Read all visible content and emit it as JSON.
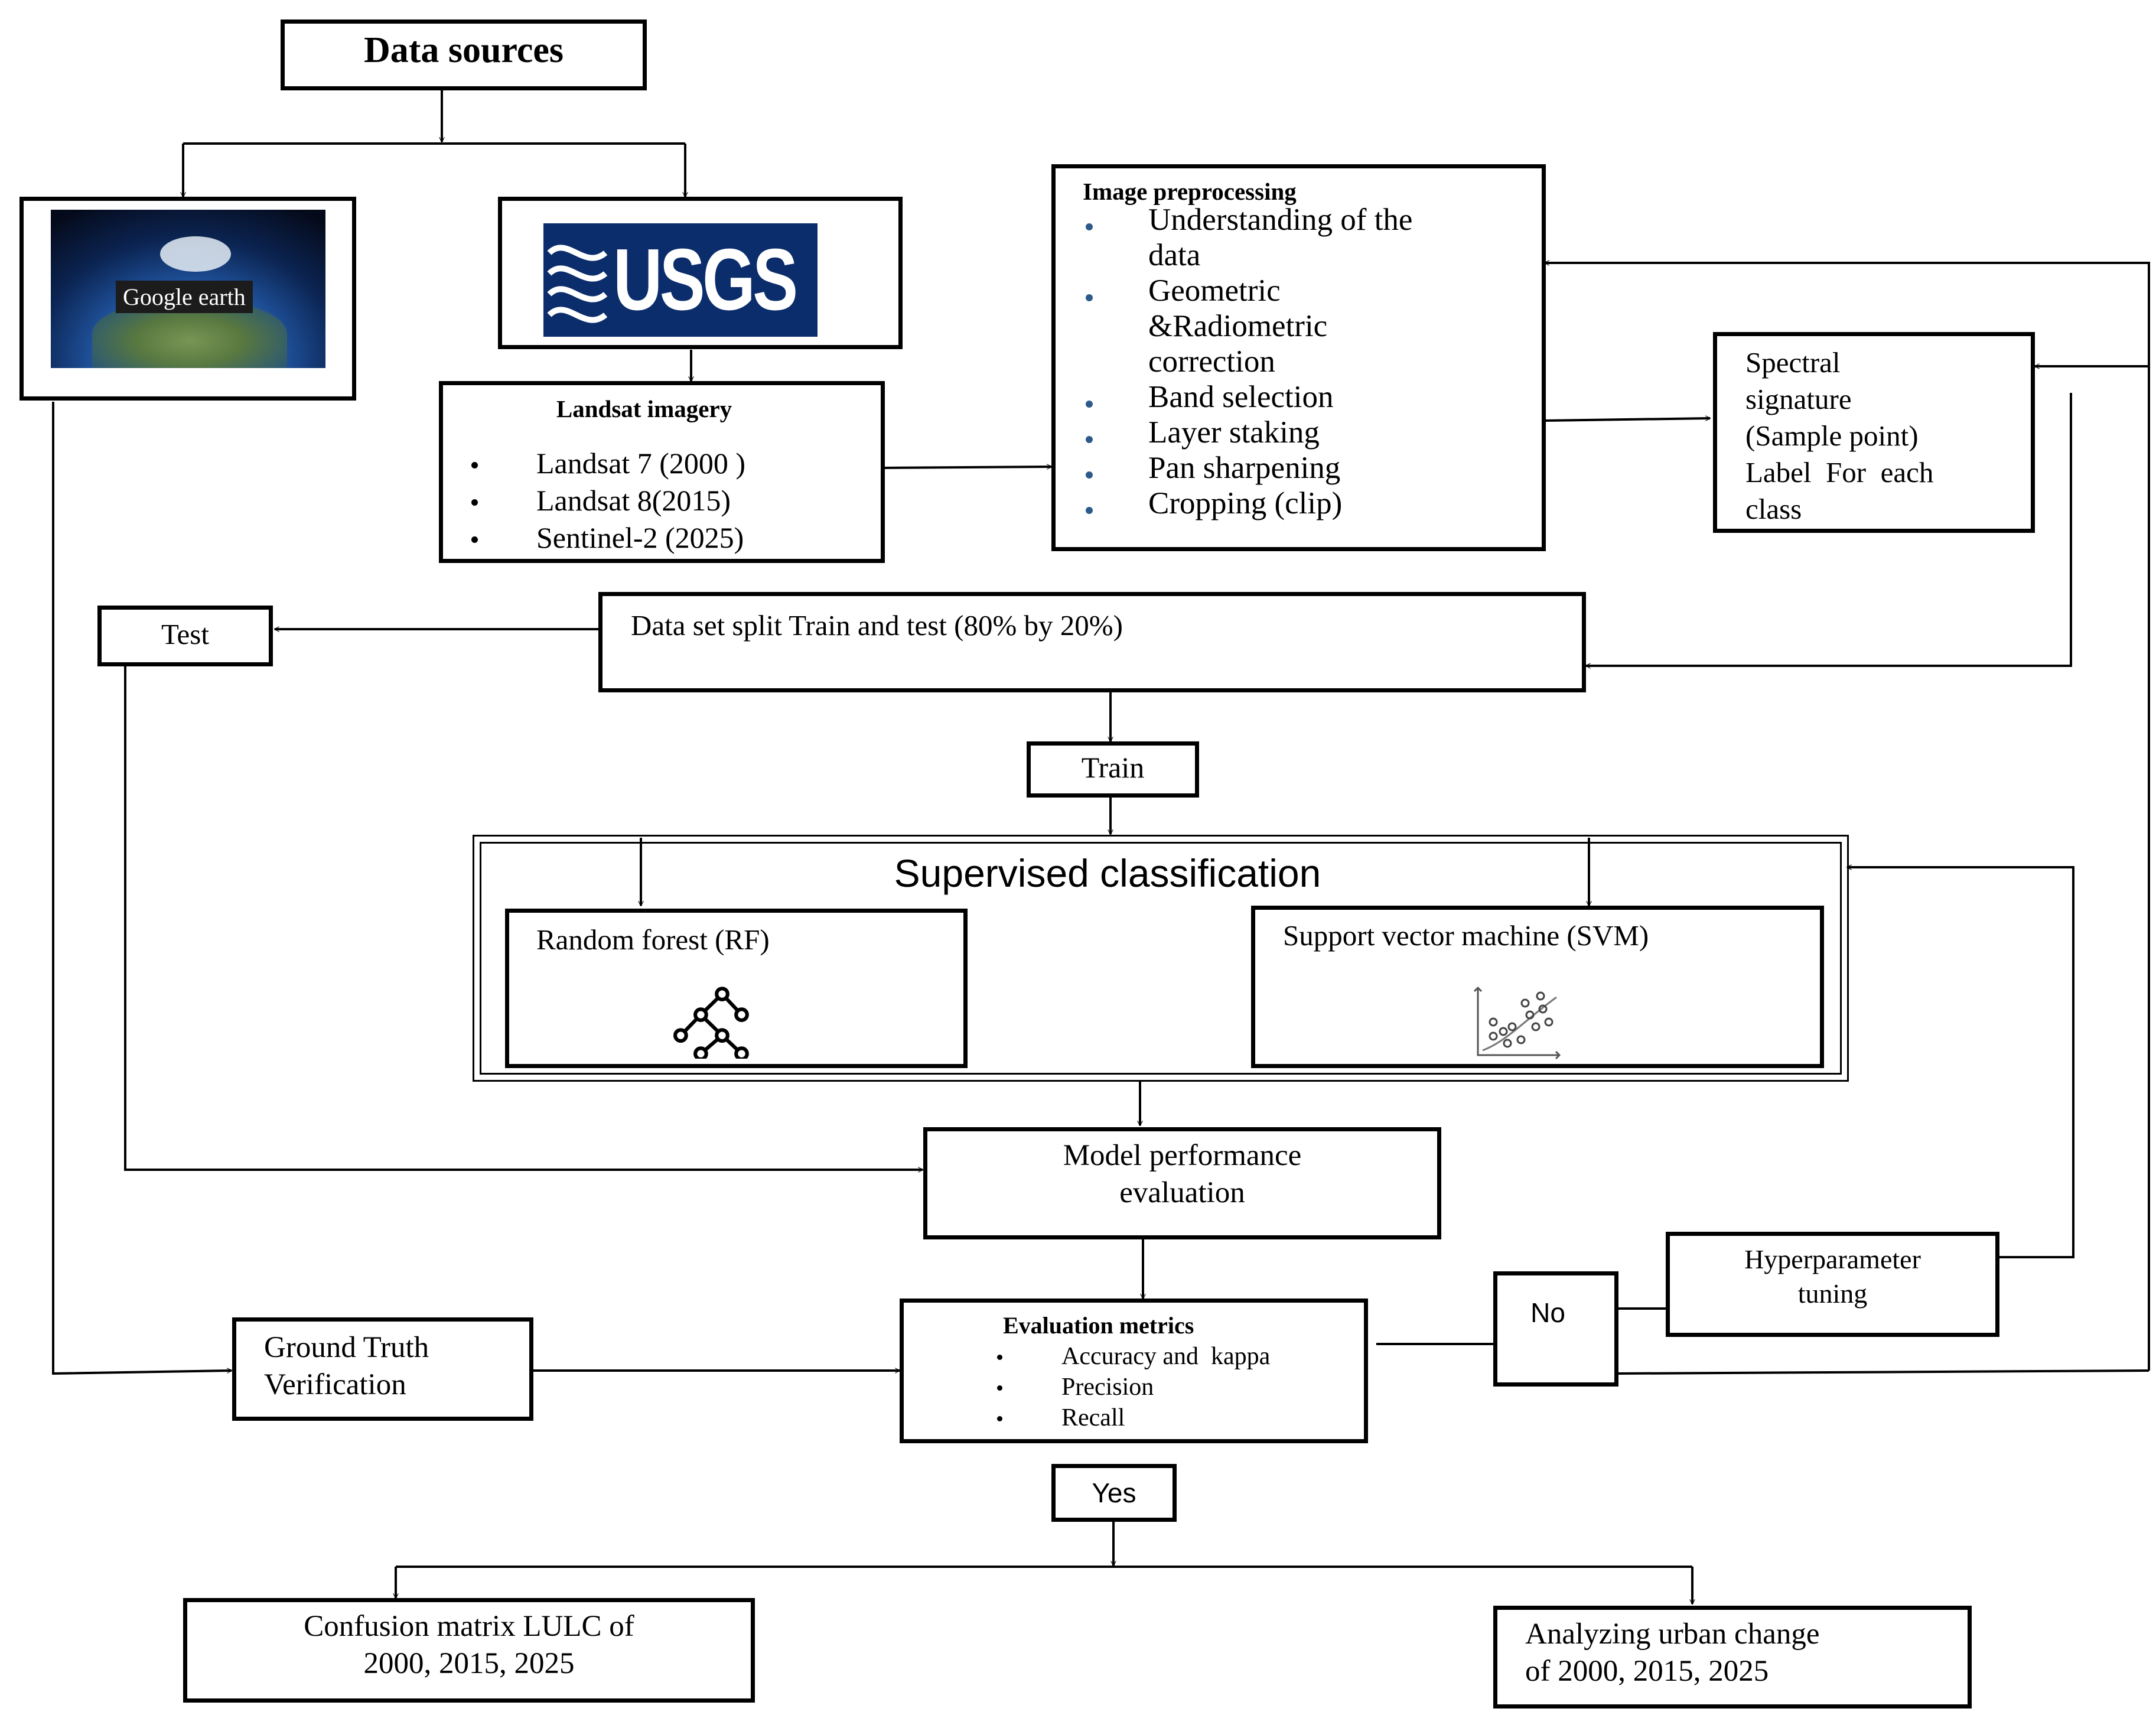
{
  "data_sources": {
    "title": "Data sources"
  },
  "google_earth": {
    "logo_text": "Google earth"
  },
  "usgs": {
    "logo_text": "USGS"
  },
  "landsat": {
    "title": "Landsat imagery",
    "items": [
      "Landsat 7 (2000 )",
      "Landsat 8(2015)",
      "Sentinel-2 (2025)"
    ]
  },
  "preprocessing": {
    "title": "Image preprocessing",
    "items": [
      [
        "Understanding of the",
        "data"
      ],
      [
        "Geometric",
        "&Radiometric",
        "correction"
      ],
      [
        "Band selection"
      ],
      [
        "Layer staking"
      ],
      [
        "Pan sharpening"
      ],
      [
        "Cropping (clip)"
      ]
    ]
  },
  "spectral": {
    "lines": [
      "Spectral",
      "signature",
      "(Sample point)",
      "Label  For  each",
      "class"
    ]
  },
  "split": {
    "label": "Data set split Train and test (80% by 20%)"
  },
  "test": {
    "label": "Test"
  },
  "train": {
    "label": "Train"
  },
  "supervised": {
    "title": "Supervised classification"
  },
  "rf": {
    "label": "Random forest (RF)"
  },
  "svm": {
    "label": "Support vector machine (SVM)"
  },
  "model_eval": {
    "lines": [
      "Model performance",
      "evaluation"
    ]
  },
  "hyper": {
    "lines": [
      "Hyperparameter",
      "tuning"
    ]
  },
  "no": {
    "label": "No"
  },
  "metrics": {
    "title": "Evaluation metrics",
    "items": [
      "Accuracy and  kappa",
      "Precision",
      "Recall"
    ]
  },
  "ground_truth": {
    "lines": [
      "Ground Truth",
      "Verification"
    ]
  },
  "yes": {
    "label": "Yes"
  },
  "confusion": {
    "lines": [
      "Confusion matrix LULC of",
      "2000, 2015, 2025"
    ]
  },
  "urban": {
    "lines": [
      "Analyzing urban change",
      "of 2000, 2015, 2025"
    ]
  },
  "colors": {
    "line": "#000000",
    "usgs_blue": "#0b2d6b",
    "bullet_blue": "#2c5a8a"
  }
}
